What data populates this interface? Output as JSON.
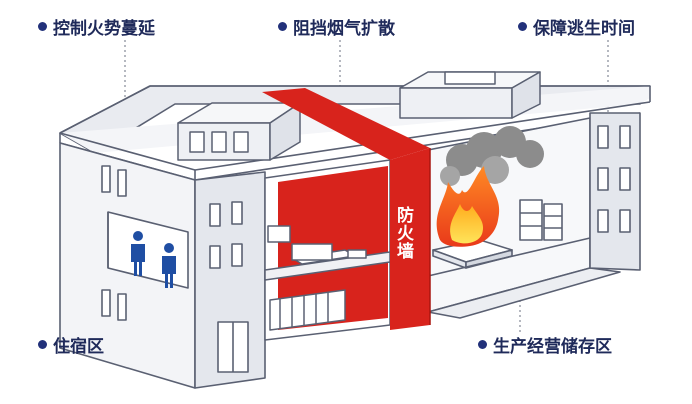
{
  "labels": {
    "control_spread": "控制火势蔓延",
    "block_smoke": "阻挡烟气扩散",
    "escape_time": "保障逃生时间",
    "living_area": "住宿区",
    "production_area": "生产经营储存区"
  },
  "firewall": {
    "label": "防火墙"
  },
  "colors": {
    "label_text": "#1f2a5a",
    "bullet": "#22317a",
    "firewall": "#d8231c",
    "outline": "#5a6072",
    "wall_fill": "#f3f4f7",
    "smoke": "#8c8c8c",
    "flame_outer": "#f25a14",
    "flame_inner": "#ffc21a"
  },
  "icons": [
    "bullet-dot-icon",
    "person-icon",
    "flame-icon",
    "smoke-icon",
    "door-icon"
  ]
}
